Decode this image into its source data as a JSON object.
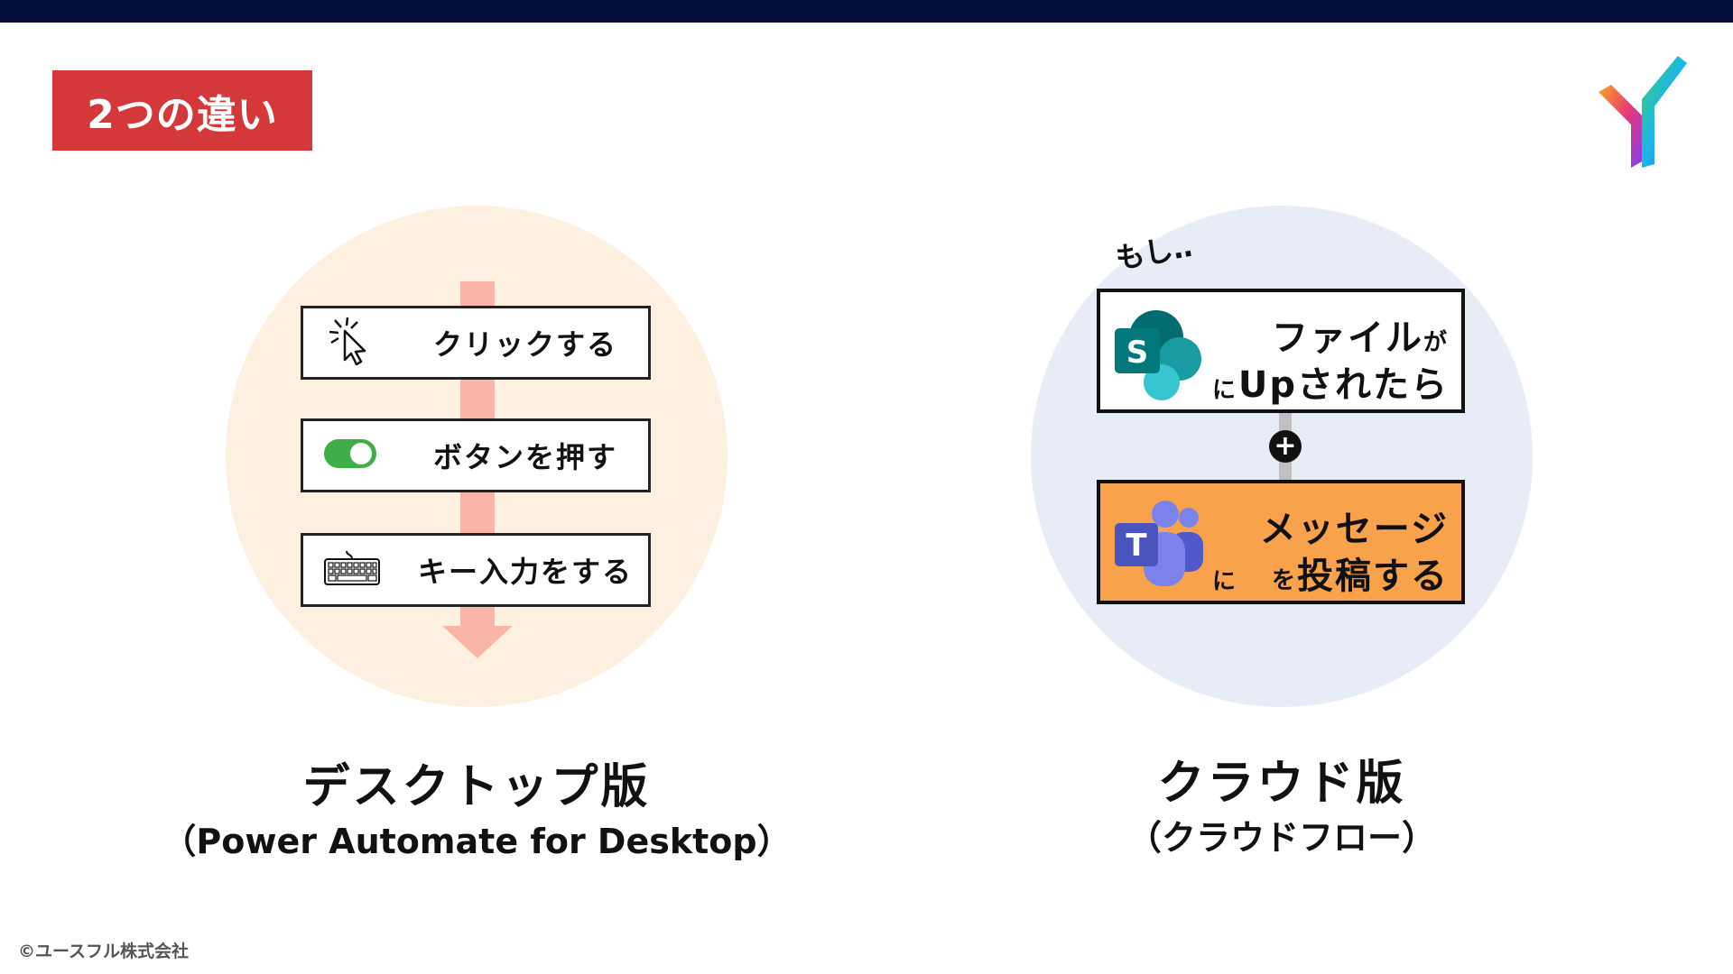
{
  "header": {
    "badge": "2つの違い"
  },
  "desktop": {
    "actions": [
      {
        "label": "クリックする",
        "icon": "cursor-click-icon"
      },
      {
        "label": "ボタンを押す",
        "icon": "toggle-switch-icon"
      },
      {
        "label": "キー入力をする",
        "icon": "keyboard-icon"
      }
    ],
    "title": "デスクトップ版",
    "subtitle": "（Power Automate for Desktop）"
  },
  "cloud": {
    "prefix": "もし‥",
    "trigger": {
      "icon": "sharepoint-icon",
      "particle": "に",
      "line1": "ファイル",
      "line1_small": "が",
      "line2": "Upされたら"
    },
    "action": {
      "icon": "teams-icon",
      "particle": "に",
      "line1": "メッセージ",
      "line2_small": "を",
      "line2": "投稿する"
    },
    "title": "クラウド版",
    "subtitle": "（クラウドフロー）"
  },
  "footer": {
    "copyright": "©ユースフル株式会社"
  },
  "colors": {
    "top_bar": "#040d3a",
    "badge": "#d5383b",
    "desktop_circle": "#fdf0e1",
    "cloud_circle": "#e7ecf6",
    "flow_arrow": "#f9b5a8",
    "action_card": "#f8a34b"
  }
}
